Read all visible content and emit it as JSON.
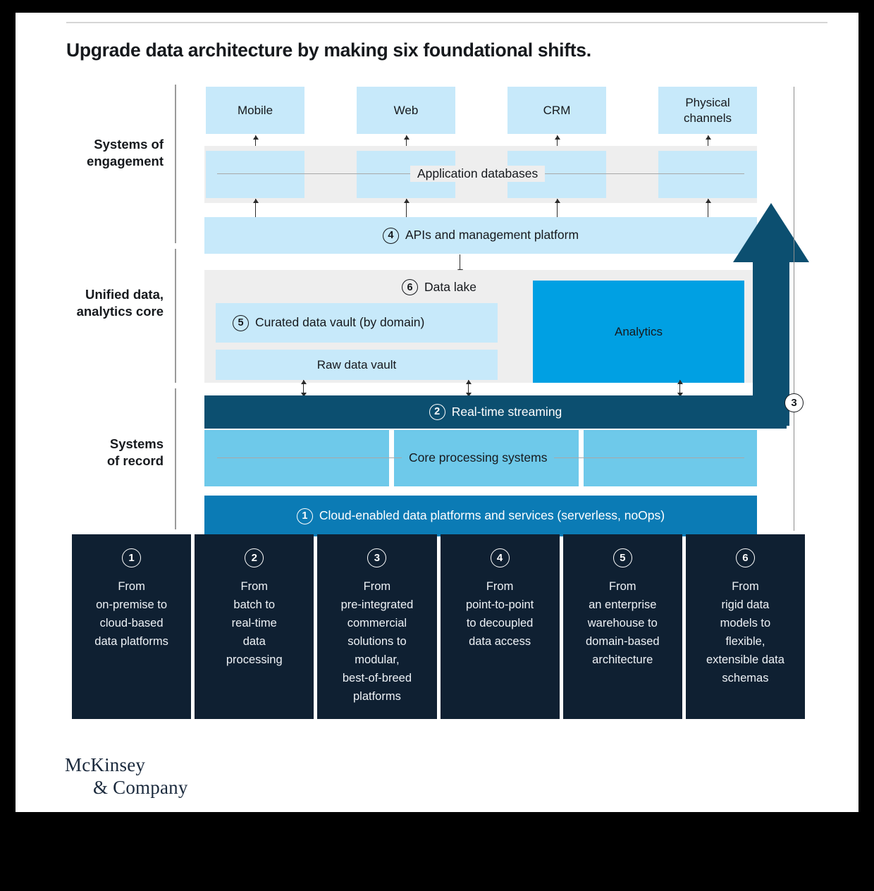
{
  "title": "Upgrade data architecture by making six foundational shifts.",
  "logo": {
    "line1": "McKinsey",
    "line2": "& Company"
  },
  "layers": [
    {
      "id": "engagement",
      "label": "Systems of\nengagement"
    },
    {
      "id": "unified",
      "label": "Unified data,\nanalytics core"
    },
    {
      "id": "record",
      "label": "Systems\nof record"
    }
  ],
  "channels": [
    {
      "label": "Mobile"
    },
    {
      "label": "Web"
    },
    {
      "label": "CRM"
    },
    {
      "label": "Physical\nchannels"
    }
  ],
  "blocks": {
    "application_databases": {
      "label": "Application databases"
    },
    "apis": {
      "marker": "4",
      "label": "APIs and management platform"
    },
    "data_lake": {
      "marker": "6",
      "label": "Data lake"
    },
    "curated_vault": {
      "marker": "5",
      "label": "Curated data vault (by domain)"
    },
    "raw_vault": {
      "label": "Raw data vault"
    },
    "analytics": {
      "label": "Analytics"
    },
    "streaming": {
      "marker": "2",
      "label": "Real-time streaming"
    },
    "core_processing": {
      "label": "Core processing systems"
    },
    "cloud": {
      "marker": "1",
      "label": "Cloud-enabled data platforms and services (serverless, noOps)"
    }
  },
  "side_marker": {
    "marker": "3"
  },
  "shifts": [
    {
      "num": "1",
      "text": "From\non-premise to\ncloud-based\ndata platforms"
    },
    {
      "num": "2",
      "text": "From\nbatch to\nreal-time\ndata\nprocessing"
    },
    {
      "num": "3",
      "text": "From\npre-integrated\ncommercial\nsolutions to\nmodular,\nbest-of-breed\nplatforms"
    },
    {
      "num": "4",
      "text": "From\npoint-to-point\nto decoupled\ndata access"
    },
    {
      "num": "5",
      "text": "From\nan enterprise\nwarehouse to\ndomain-based\narchitecture"
    },
    {
      "num": "6",
      "text": "From\nrigid data\nmodels to\nflexible,\nextensible data\nschemas"
    }
  ],
  "colors": {
    "light_blue": "#c7e9fa",
    "mid_blue": "#6ec9ea",
    "bright_blue": "#00a0e3",
    "deep_blue": "#0b7bb5",
    "navy_teal": "#0c4f70",
    "card_navy": "#0f2032",
    "gray_band": "#eeeeee"
  }
}
